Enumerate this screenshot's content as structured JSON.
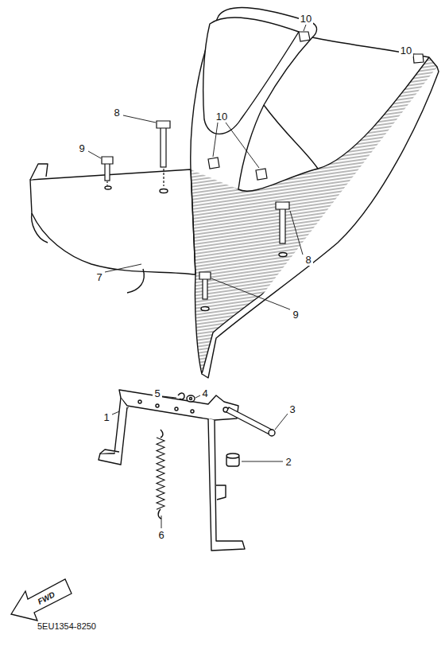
{
  "diagram": {
    "labels": [
      "10",
      "10",
      "8",
      "10",
      "9",
      "8",
      "7",
      "9",
      "5",
      "4",
      "1",
      "3",
      "2",
      "6",
      "FWD",
      "5EU1354-8250"
    ]
  }
}
